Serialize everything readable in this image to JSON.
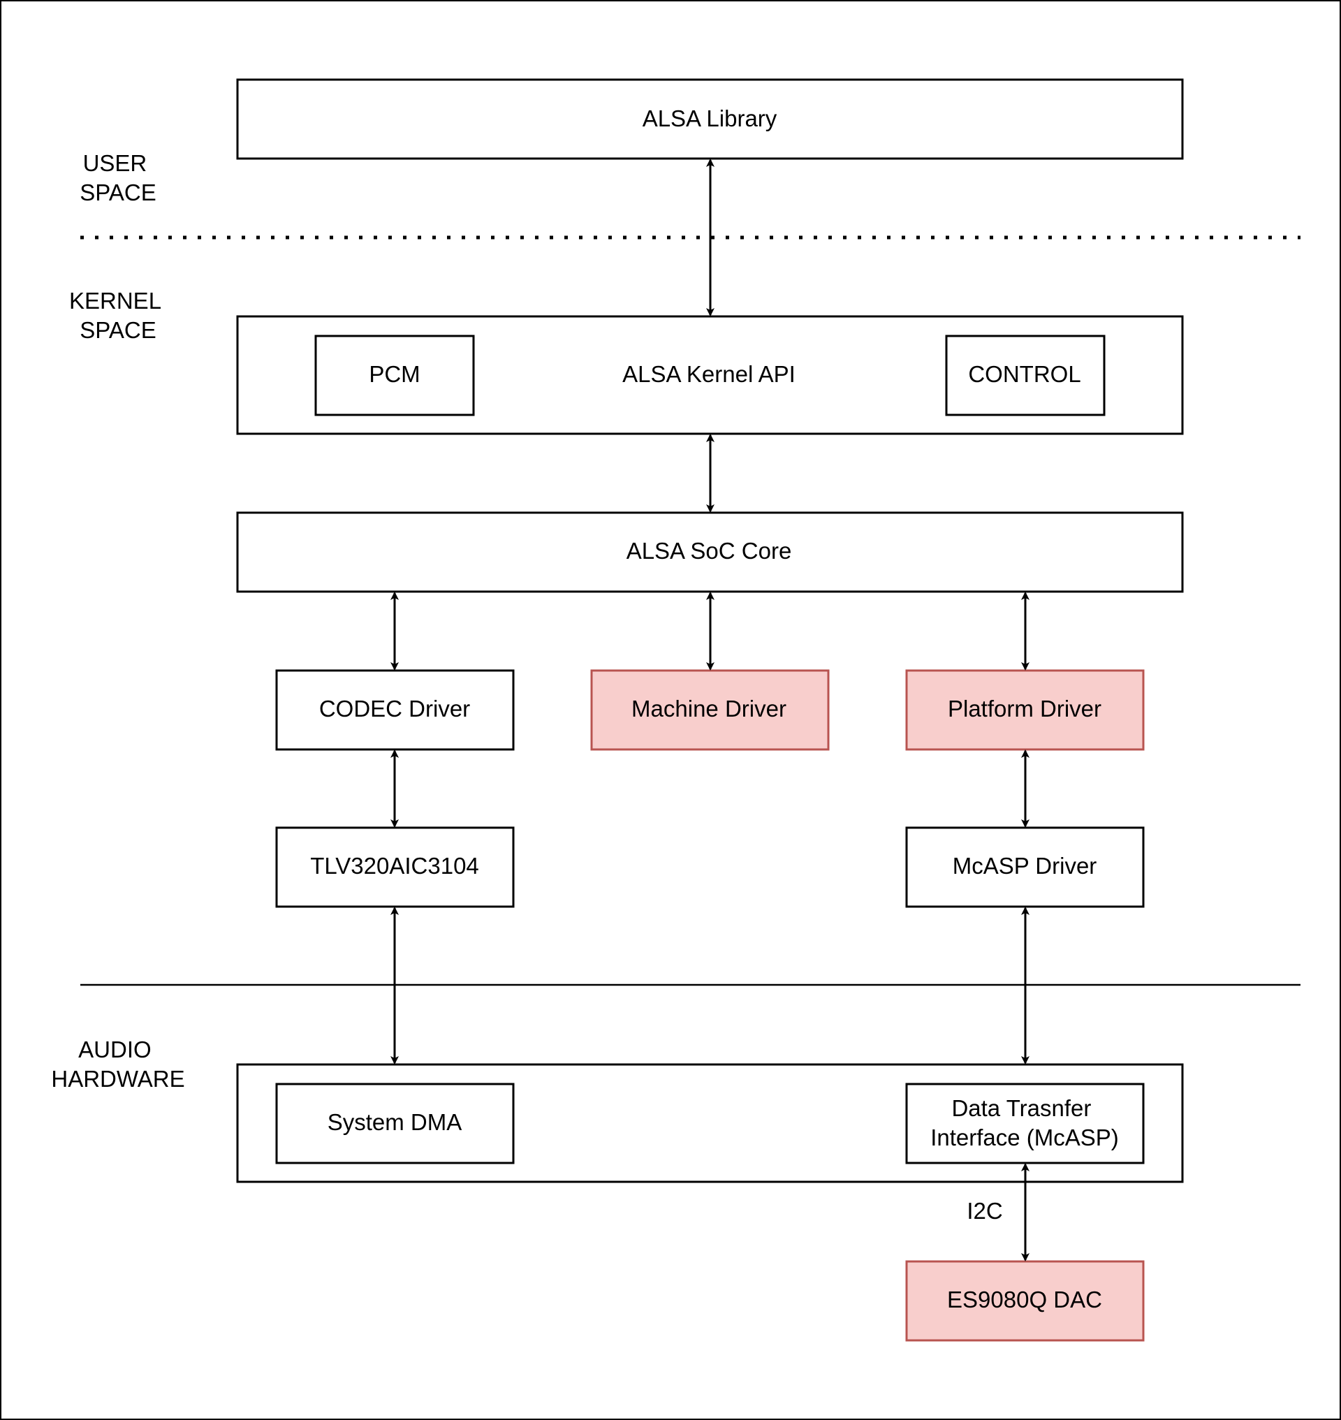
{
  "layers": {
    "user_space": [
      "USER",
      "SPACE"
    ],
    "kernel_space": [
      "KERNEL",
      "SPACE"
    ],
    "audio_hardware": [
      "AUDIO",
      "HARDWARE"
    ]
  },
  "boxes": {
    "alsa_library": "ALSA Library",
    "alsa_kernel_api": "ALSA Kernel API",
    "pcm": "PCM",
    "control": "CONTROL",
    "alsa_soc_core": "ALSA SoC Core",
    "codec_driver": "CODEC Driver",
    "machine_driver": "Machine Driver",
    "platform_driver": "Platform Driver",
    "tlv320aic3104": "TLV320AIC3104",
    "mcasp_driver": "McASP Driver",
    "system_dma": "System DMA",
    "data_transfer_interface": [
      "Data Trasnfer",
      "Interface (McASP)"
    ],
    "es9080q_dac": "ES9080Q DAC"
  },
  "edge_labels": {
    "i2c": "I2C"
  },
  "colors": {
    "highlight_fill": "#f8cecc",
    "highlight_stroke": "#b85450",
    "default_stroke": "#000000"
  }
}
